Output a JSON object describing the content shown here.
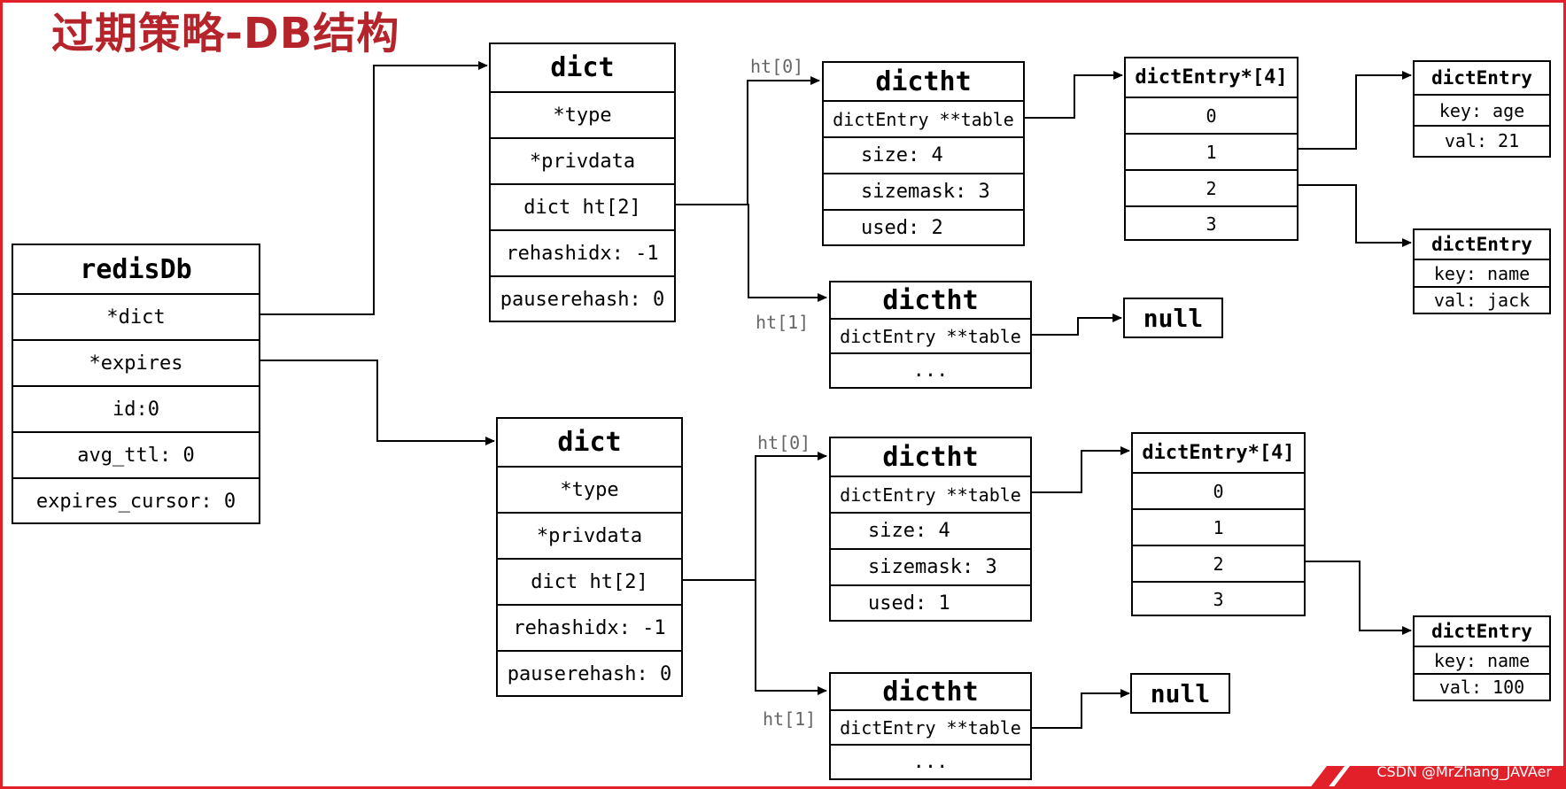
{
  "title": "过期策略-DB结构",
  "watermark": "CSDN @MrZhang_JAVAer",
  "colors": {
    "title": "#b4242a",
    "frame": "#e2202a",
    "wire": "#000000"
  },
  "redisDb": {
    "title": "redisDb",
    "fields": [
      "*dict",
      "*expires",
      "id:0",
      "avg_ttl: 0",
      "expires_cursor: 0"
    ]
  },
  "dict_top": {
    "title": "dict",
    "fields": [
      "*type",
      "*privdata",
      "dict ht[2]",
      "rehashidx: -1",
      "pauserehash: 0"
    ]
  },
  "dict_bottom": {
    "title": "dict",
    "fields": [
      "*type",
      "*privdata",
      "dict ht[2]",
      "rehashidx: -1",
      "pauserehash: 0"
    ]
  },
  "labels": {
    "ht0_top": "ht[0]",
    "ht1_top": "ht[1]",
    "ht0_bottom": "ht[0]",
    "ht1_bottom": "ht[1]"
  },
  "dictht_top0": {
    "title": "dictht",
    "fields": [
      "dictEntry **table",
      "size: 4",
      "sizemask: 3",
      "used: 2"
    ]
  },
  "dictht_top1": {
    "title": "dictht",
    "fields": [
      "dictEntry **table",
      "..."
    ]
  },
  "dictht_bottom0": {
    "title": "dictht",
    "fields": [
      "dictEntry **table",
      "size: 4",
      "sizemask: 3",
      "used: 1"
    ]
  },
  "dictht_bottom1": {
    "title": "dictht",
    "fields": [
      "dictEntry **table",
      "..."
    ]
  },
  "array_top": {
    "title": "dictEntry*[4]",
    "fields": [
      "0",
      "1",
      "2",
      "3"
    ]
  },
  "array_bottom": {
    "title": "dictEntry*[4]",
    "fields": [
      "0",
      "1",
      "2",
      "3"
    ]
  },
  "null_top": "null",
  "null_bottom": "null",
  "entry_age": {
    "title": "dictEntry",
    "fields": [
      "key: age",
      "val: 21"
    ]
  },
  "entry_name_top": {
    "title": "dictEntry",
    "fields": [
      "key: name",
      "val: jack"
    ]
  },
  "entry_name_bottom": {
    "title": "dictEntry",
    "fields": [
      "key: name",
      "val: 100"
    ]
  }
}
